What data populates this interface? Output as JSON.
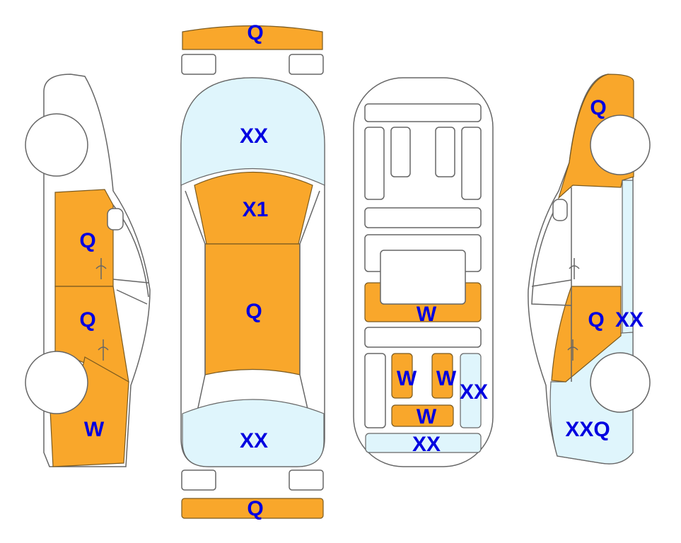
{
  "colors": {
    "damage_orange": "#F9A72B",
    "damage_blue": "#DFF5FC",
    "label": "#0000E0"
  },
  "labels": {
    "front_bumper": "Q",
    "hood": "XX",
    "windshield": "X1",
    "roof": "Q",
    "rear_window": "XX",
    "rear_bumper": "Q",
    "left_front_door": "Q",
    "left_rear_door": "Q",
    "left_rear_quarter": "W",
    "interior_front_seats": "W",
    "interior_rear_seat_left": "W",
    "interior_rear_seat_right": "W",
    "interior_right_panel": "XX",
    "interior_rear_center": "W",
    "interior_trunk": "XX",
    "right_front_fender": "Q",
    "right_rear_door": "Q",
    "right_sill": "XX",
    "right_rear_quarter": "XXQ"
  }
}
